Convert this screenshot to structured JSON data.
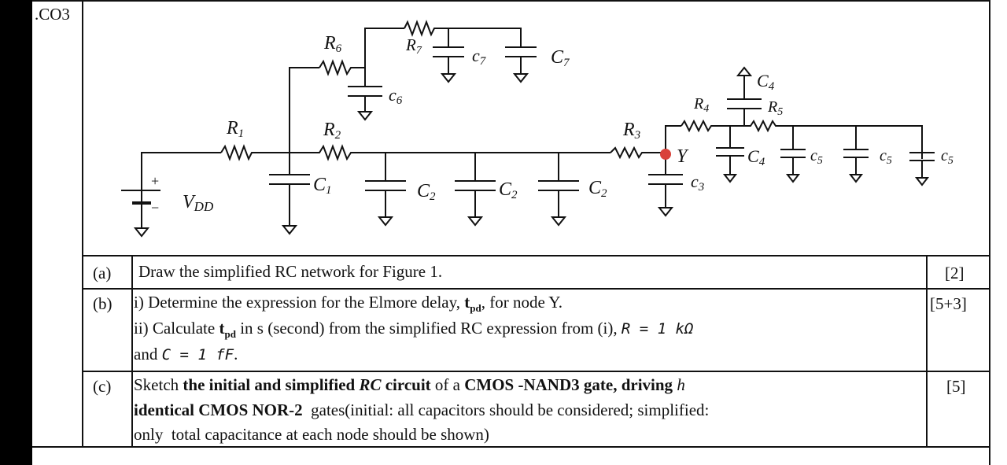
{
  "question_id": ".CO3",
  "figure": {
    "labels": {
      "vdd": "V",
      "vdd_sub": "DD",
      "plus": "+",
      "minus": "−",
      "r1": "R",
      "r1_sub": "1",
      "r2": "R",
      "r2_sub": "2",
      "r3": "R",
      "r3_sub": "3",
      "r4": "R",
      "r4_sub": "4",
      "r5": "R",
      "r5_sub": "5",
      "r6": "R",
      "r6_sub": "6",
      "r7": "R",
      "r7_sub": "7",
      "c1": "C",
      "c1_sub": "1",
      "c2a": "C",
      "c2a_sub": "2",
      "c2b": "C",
      "c2b_sub": "2",
      "c2c": "C",
      "c2c_sub": "2",
      "c3": "c",
      "c3_sub": "3",
      "c4a": "C",
      "c4a_sub": "4",
      "c4b": "C",
      "c4b_sub": "4",
      "c5a": "c",
      "c5a_sub": "5",
      "c5b": "c",
      "c5b_sub": "5",
      "c5c": "c",
      "c5c_sub": "5",
      "c6": "c",
      "c6_sub": "6",
      "c7a": "c",
      "c7a_sub": "7",
      "c7b": "C",
      "c7b_sub": "7",
      "node_y": "Y"
    },
    "node_color": "#d9423a"
  },
  "rows": [
    {
      "letter": "(a)",
      "marks": "[2]",
      "line1": "Draw the simplified RC network for Figure 1."
    },
    {
      "letter": "(b)",
      "marks": "[5+3]",
      "line1_pre": "i) Determine the expression for the Elmore delay, ",
      "tpd": "t",
      "tpd_sub": "pd",
      "line1_post": ", for node Y.",
      "line2_pre": "ii) Calculate ",
      "line2_mid": " in s (second) from the simplified RC expression from (i), ",
      "line2_math": "R = 1 kΩ",
      "line3_pre": "and ",
      "line3_math": "C = 1 fF",
      "line3_post": "."
    },
    {
      "letter": "(c)",
      "marks": "[5]",
      "t1": "Sketch ",
      "t2": "the initial and simplified ",
      "t3": "RC",
      "t4": " circuit",
      "t5": " of a ",
      "t6": "CMOS -NAND3 gate, driving ",
      "t7": "h",
      "t8": "identical CMOS NOR-2",
      "t9": "  gates(initial: all capacitors should be considered; simplified:",
      "t10": "only  total capacitance at each node should be shown)"
    }
  ]
}
